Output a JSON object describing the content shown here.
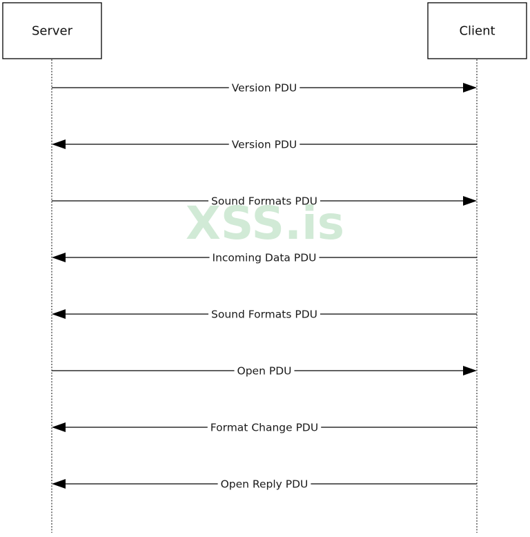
{
  "actors": [
    {
      "id": "server",
      "label": "Server"
    },
    {
      "id": "client",
      "label": "Client"
    }
  ],
  "messages": [
    {
      "label": "Version PDU",
      "from": "server",
      "to": "client"
    },
    {
      "label": "Version PDU",
      "from": "client",
      "to": "server"
    },
    {
      "label": "Sound Formats PDU",
      "from": "server",
      "to": "client"
    },
    {
      "label": "Incoming Data PDU",
      "from": "client",
      "to": "server"
    },
    {
      "label": "Sound Formats PDU",
      "from": "client",
      "to": "server"
    },
    {
      "label": "Open PDU",
      "from": "server",
      "to": "client"
    },
    {
      "label": "Format Change PDU",
      "from": "client",
      "to": "server"
    },
    {
      "label": "Open Reply PDU",
      "from": "client",
      "to": "server"
    }
  ],
  "watermark": {
    "text": "XSS.is",
    "color": "#2f9e44"
  },
  "colors": {
    "line": "#000000",
    "background": "#ffffff"
  }
}
